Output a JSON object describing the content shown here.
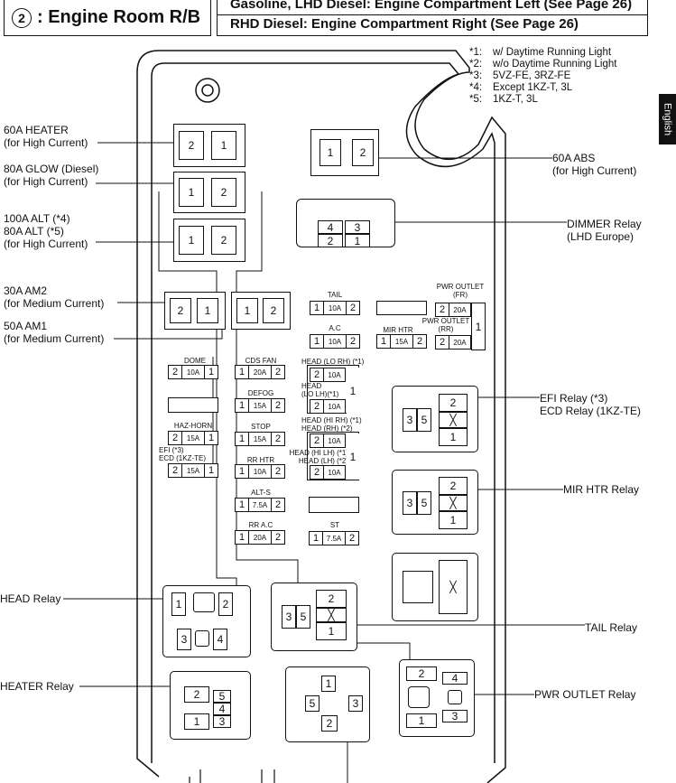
{
  "header": {
    "circle_num": "2",
    "title": ": Engine Room R/B",
    "line1": "Gasoline, LHD Diesel: Engine Compartment Left (See Page 26)",
    "line2": "RHD Diesel: Engine Compartment Right (See Page 26)"
  },
  "tab_label": "English",
  "notes": [
    {
      "k": "*1:",
      "v": "w/ Daytime Running Light"
    },
    {
      "k": "*2:",
      "v": "w/o Daytime Running Light"
    },
    {
      "k": "*3:",
      "v": "5VZ-FE, 3RZ-FE"
    },
    {
      "k": "*4:",
      "v": "Except 1KZ-T, 3L"
    },
    {
      "k": "*5:",
      "v": "1KZ-T, 3L"
    }
  ],
  "left_labels": {
    "heater60_a": "60A HEATER",
    "heater60_b": "(for High Current)",
    "glow80_a": "80A GLOW (Diesel)",
    "glow80_b": "(for High Current)",
    "alt_a": "100A ALT (*4)",
    "alt_b": "80A ALT (*5)",
    "alt_c": "(for High Current)",
    "am2_a": "30A AM2",
    "am2_b": "(for Medium Current)",
    "am1_a": "50A AM1",
    "am1_b": "(for Medium Current)",
    "head_relay": "HEAD Relay",
    "heater_relay": "HEATER Relay"
  },
  "right_labels": {
    "abs_a": "60A ABS",
    "abs_b": "(for High Current)",
    "dimmer_a": "DIMMER Relay",
    "dimmer_b": "(LHD Europe)",
    "efi_a": "EFI Relay (*3)",
    "efi_b": "ECD Relay (1KZ-TE)",
    "mir_htr": "MIR HTR Relay",
    "tail": "TAIL Relay",
    "pwr_outlet": "PWR OUTLET Relay"
  },
  "fuse_names": {
    "tail": "TAIL",
    "pwr_outlet_fr_a": "PWR OUTLET",
    "pwr_outlet_fr_b": "(FR)",
    "ac": "A.C",
    "mir_htr": "MIR HTR",
    "pwr_outlet_rr_a": "PWR OUTLET",
    "pwr_outlet_rr_b": "(RR)",
    "dome": "DOME",
    "cds_fan": "CDS FAN",
    "head_lo_rh": "HEAD (LO RH) (*1)",
    "head_lo_lh_a": "HEAD",
    "head_lo_lh_b": "(LO LH)(*1)",
    "defog": "DEFOG",
    "haz_horn": "HAZ-HORN",
    "stop": "STOP",
    "head_hi_rh_a": "HEAD (HI RH) (*1)",
    "head_hi_rh_b": "HEAD (RH) (*2)",
    "head_hi_lh_a": "HEAD (HI LH) (*1)",
    "head_hi_lh_b": "HEAD (LH) (*2)",
    "efi_a": "EFI (*3)",
    "efi_b": "ECD (1KZ-TE)",
    "rr_htr": "RR HTR",
    "alt_s": "ALT-S",
    "rr_ac": "RR A.C",
    "st": "ST"
  },
  "amps": {
    "tail": "10A",
    "pwr_fr": "20A",
    "ac": "10A",
    "mir_htr": "15A",
    "pwr_rr": "20A",
    "dome": "10A",
    "cds_fan": "20A",
    "head_lo_rh": "10A",
    "head_lo_lh": "10A",
    "defog": "15A",
    "haz_horn": "15A",
    "stop": "15A",
    "head_hi_rh": "10A",
    "head_hi_lh": "10A",
    "efi": "15A",
    "rr_htr": "10A",
    "alt_s": "7.5A",
    "rr_ac": "20A",
    "st": "7.5A"
  },
  "pins": {
    "p1": "1",
    "p2": "2",
    "p3": "3",
    "p4": "4",
    "p5": "5"
  }
}
